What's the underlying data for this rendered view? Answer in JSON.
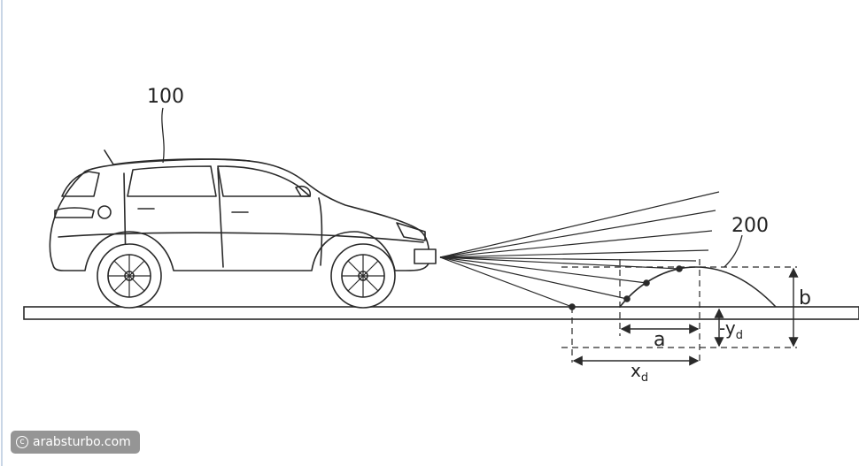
{
  "labels": {
    "vehicle": "100",
    "bump": "200",
    "a": "a",
    "b": "b",
    "yd": "-y",
    "yd_sub": "d",
    "xd": "x",
    "xd_sub": "d"
  },
  "watermark": {
    "icon": "copyright-icon",
    "text": "arabsturbo.com"
  },
  "colors": {
    "line": "#2a2a2a",
    "background": "#ffffff"
  }
}
